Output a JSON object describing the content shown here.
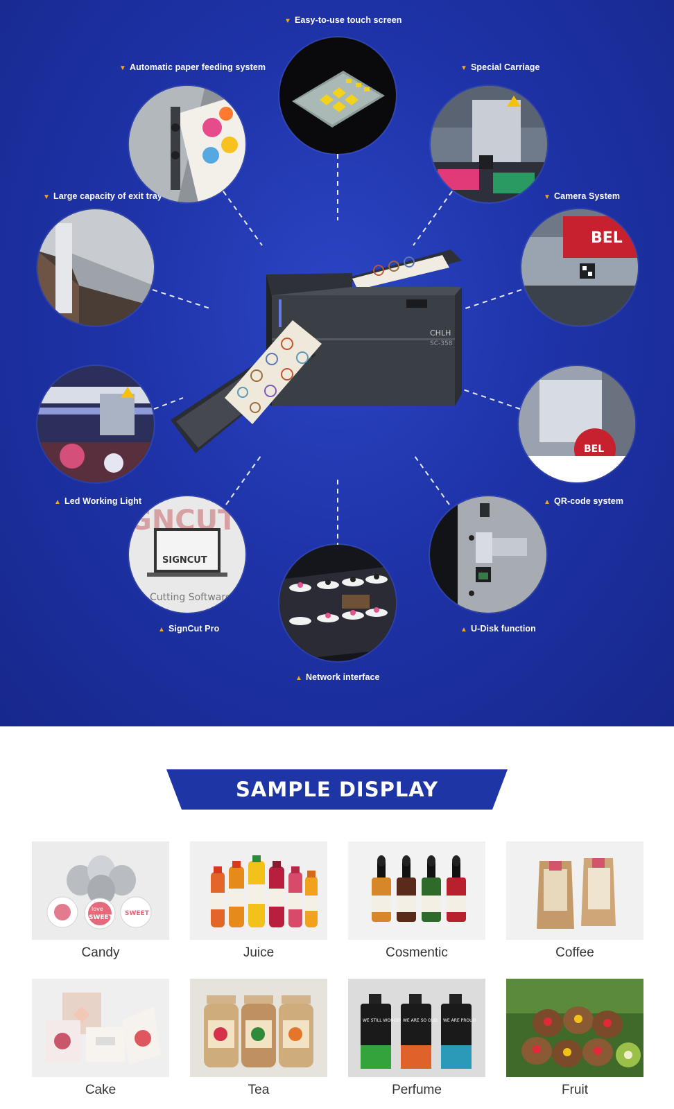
{
  "features": [
    {
      "id": "touch-screen",
      "label": "Easy-to-use touch screen"
    },
    {
      "id": "paper-feeding",
      "label": "Automatic paper feeding system"
    },
    {
      "id": "special-carriage",
      "label": "Special Carriage"
    },
    {
      "id": "exit-tray",
      "label": "Large capacity of exit tray"
    },
    {
      "id": "camera-system",
      "label": "Camera System"
    },
    {
      "id": "led-light",
      "label": "Led Working Light"
    },
    {
      "id": "qr-code",
      "label": "QR-code system"
    },
    {
      "id": "signcut",
      "label": "SignCut Pro"
    },
    {
      "id": "u-disk",
      "label": "U-Disk function"
    },
    {
      "id": "network",
      "label": "Network interface"
    }
  ],
  "machine": {
    "brand": "CHLH",
    "model": "SC-358"
  },
  "signcut_text": {
    "logo": "SIGNCUT",
    "caption": "Cutting Software"
  },
  "sample_section": {
    "title": "SAMPLE DISPLAY",
    "items": [
      {
        "id": "candy",
        "label": "Candy"
      },
      {
        "id": "juice",
        "label": "Juice"
      },
      {
        "id": "cosmetic",
        "label": "Cosmentic"
      },
      {
        "id": "coffee",
        "label": "Coffee"
      },
      {
        "id": "cake",
        "label": "Cake"
      },
      {
        "id": "tea",
        "label": "Tea"
      },
      {
        "id": "perfume",
        "label": "Perfume"
      },
      {
        "id": "fruit",
        "label": "Fruit"
      }
    ]
  },
  "product_texts": {
    "candy": [
      "love",
      "SWEET"
    ],
    "perfume": [
      "WE STILL WONDER",
      "WE ARE SO OUD",
      "WE ARE PROUD"
    ]
  },
  "colors": {
    "hero_blue": "#1e33a8",
    "banner_blue": "#1e35a6",
    "accent_orange": "#f4a51c"
  }
}
